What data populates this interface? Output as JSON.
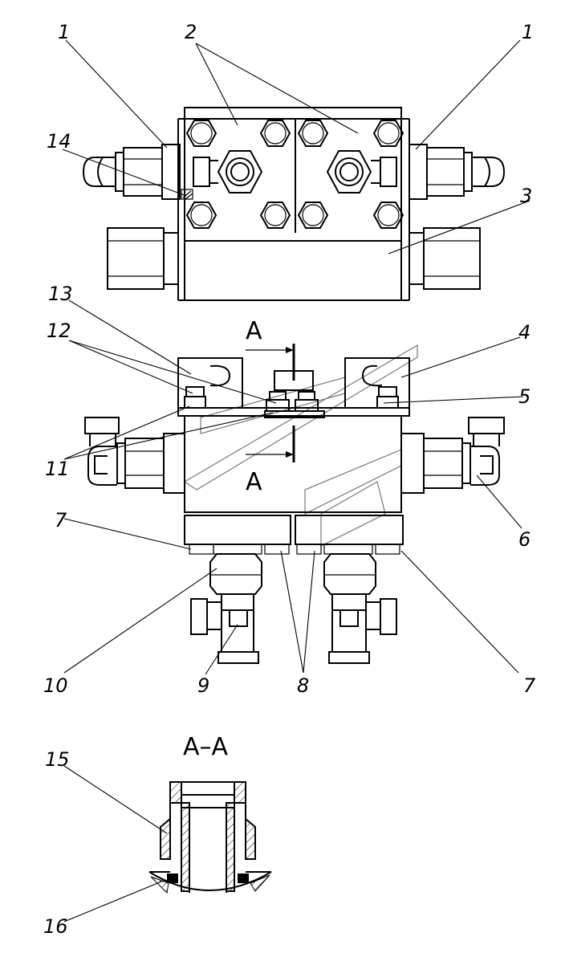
{
  "drawing": {
    "section_label": "A",
    "section_title": "А–А",
    "callouts": {
      "c1_left": "1",
      "c1_right": "1",
      "c2": "2",
      "c3": "3",
      "c4": "4",
      "c5": "5",
      "c6": "6",
      "c7_left": "7",
      "c7_right": "7",
      "c8": "8",
      "c9": "9",
      "c10": "10",
      "c11": "11",
      "c12": "12",
      "c13": "13",
      "c14": "14",
      "c15": "15",
      "c16": "16"
    }
  }
}
